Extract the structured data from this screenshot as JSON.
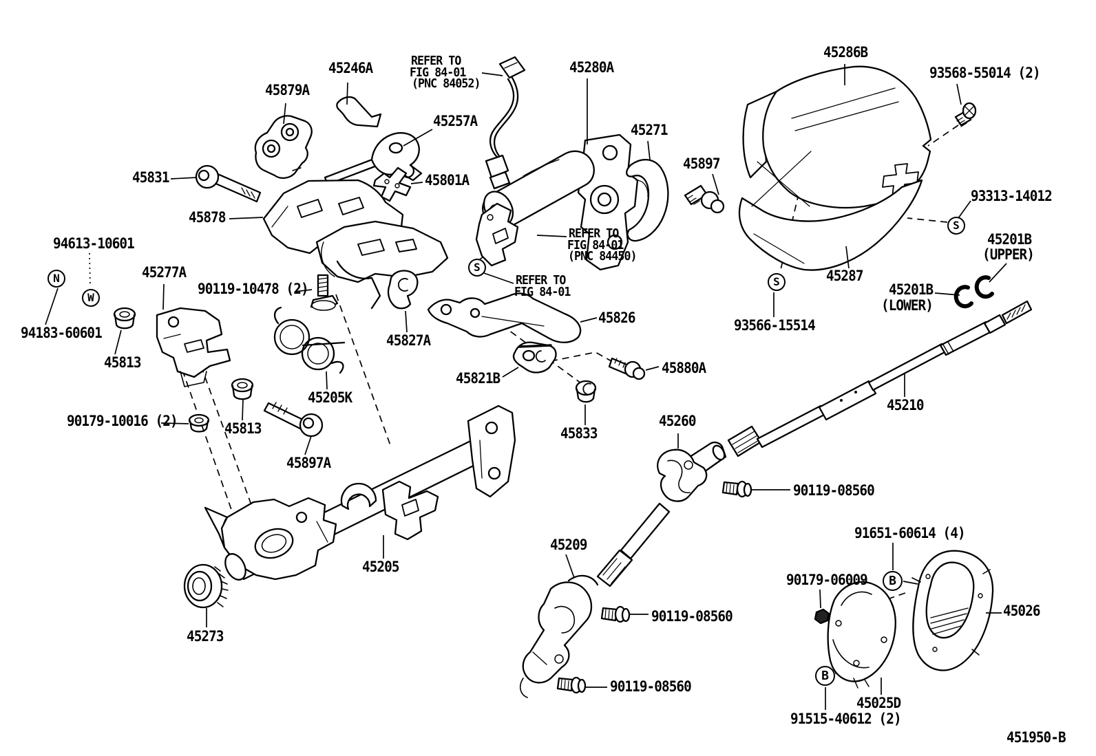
{
  "figure": {
    "type": "exploded-parts-diagram",
    "subject": "steering column and shaft",
    "drawing_code": "451950-B",
    "line_color": "#000000",
    "background_color": "#ffffff"
  },
  "labels": {
    "l45879A": {
      "text": "45879A"
    },
    "l45246A": {
      "text": "45246A"
    },
    "lRef1a": {
      "text": "REFER TO"
    },
    "lRef1b": {
      "text": "FIG 84-01"
    },
    "lRef1c": {
      "text": "(PNC 84052)"
    },
    "l45280A": {
      "text": "45280A"
    },
    "l45286B": {
      "text": "45286B"
    },
    "l93568": {
      "text": "93568-55014 (2)"
    },
    "l45257A": {
      "text": "45257A"
    },
    "l45271": {
      "text": "45271"
    },
    "l45897": {
      "text": "45897"
    },
    "l93313": {
      "text": "93313-14012"
    },
    "l45831": {
      "text": "45831"
    },
    "l45801A": {
      "text": "45801A"
    },
    "l45878": {
      "text": "45878"
    },
    "lRef2a": {
      "text": "REFER TO"
    },
    "lRef2b": {
      "text": "FIG 84-01"
    },
    "lRef2c": {
      "text": "(PNC 84450)"
    },
    "l94613": {
      "text": "94613-10601"
    },
    "l45201Bu": {
      "text": "45201B"
    },
    "l45201BuS": {
      "text": "(UPPER)"
    },
    "l45277A": {
      "text": "45277A"
    },
    "l10478": {
      "text": "90119-10478 (2)"
    },
    "l45287": {
      "text": "45287"
    },
    "l45201Bl": {
      "text": "45201B"
    },
    "l45201BlS": {
      "text": "(LOWER)"
    },
    "lRef3a": {
      "text": "REFER TO"
    },
    "lRef3b": {
      "text": "FIG 84-01"
    },
    "l93566": {
      "text": "93566-15514"
    },
    "l94183": {
      "text": "94183-60601"
    },
    "l45813a": {
      "text": "45813"
    },
    "l45827A": {
      "text": "45827A"
    },
    "l45826": {
      "text": "45826"
    },
    "l45821B": {
      "text": "45821B"
    },
    "l45880A": {
      "text": "45880A"
    },
    "l45205K": {
      "text": "45205K"
    },
    "l10016": {
      "text": "90179-10016 (2)"
    },
    "l45813b": {
      "text": "45813"
    },
    "l45833": {
      "text": "45833"
    },
    "l45260": {
      "text": "45260"
    },
    "l45210": {
      "text": "45210"
    },
    "l45897A": {
      "text": "45897A"
    },
    "l08560a": {
      "text": "90119-08560"
    },
    "l45205": {
      "text": "45205"
    },
    "l45209": {
      "text": "45209"
    },
    "l91651": {
      "text": "91651-60614 (4)"
    },
    "l06009": {
      "text": "90179-06009"
    },
    "l45026": {
      "text": "45026"
    },
    "l08560b": {
      "text": "90119-08560"
    },
    "l45273": {
      "text": "45273"
    },
    "l08560c": {
      "text": "90119-08560"
    },
    "l45025D": {
      "text": "45025D"
    },
    "l91515": {
      "text": "91515-40612 (2)"
    },
    "lCode": {
      "text": "451950-B"
    }
  },
  "circles": {
    "n": {
      "letter": "N"
    },
    "w": {
      "letter": "W"
    },
    "s1": {
      "letter": "S"
    },
    "s2": {
      "letter": "S"
    },
    "s3": {
      "letter": "S"
    },
    "b1": {
      "letter": "B"
    },
    "b2": {
      "letter": "B"
    }
  }
}
